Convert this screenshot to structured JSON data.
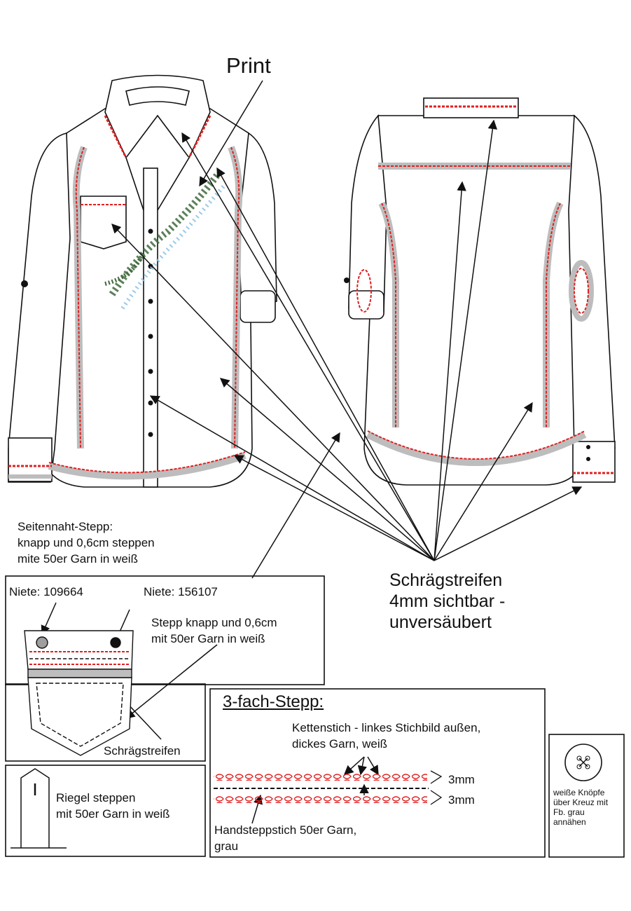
{
  "labels": {
    "print": "Print",
    "schraeg_main_1": "Schrägstreifen",
    "schraeg_main_2": "4mm sichtbar -",
    "schraeg_main_3": "unversäubert",
    "seitennaht_1": "Seitennaht-Stepp:",
    "seitennaht_2": "knapp und 0,6cm steppen",
    "seitennaht_3": "mite 50er Garn in weiß"
  },
  "pocket_box": {
    "niete_left": "Niete: 109664",
    "niete_right": "Niete: 156107",
    "stepp_1": "Stepp knapp und 0,6cm",
    "stepp_2": "mit 50er Garn in weiß",
    "schraeg": "Schrägstreifen"
  },
  "riegel_box": {
    "line_1": "Riegel steppen",
    "line_2": "mit 50er Garn in weiß"
  },
  "stepp_box": {
    "title": "3-fach-Stepp:",
    "ketten_1": "Kettenstich - linkes Stichbild außen,",
    "ketten_2": "dickes Garn, weiß",
    "mm_top": "3mm",
    "mm_bottom": "3mm",
    "hand_1": "Handsteppstich 50er Garn,",
    "hand_2": "grau"
  },
  "button_box": {
    "line_1": "weiße Knöpfe",
    "line_2": "über Kreuz mit",
    "line_3": "Fb. grau",
    "line_4": "annähen"
  },
  "colors": {
    "stitch_red": "#e02020",
    "tape_grey": "#bdbdbd",
    "outline": "#111111",
    "print_green": "#3f6a3c",
    "print_blue": "#8fc3e6"
  }
}
